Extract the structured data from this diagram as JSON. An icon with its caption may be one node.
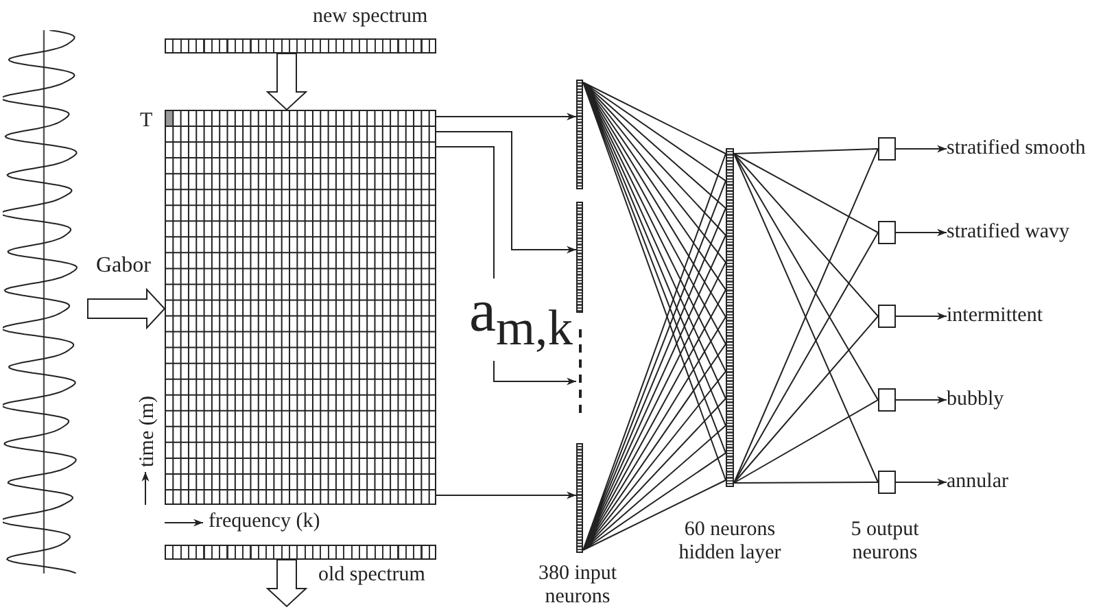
{
  "diagram": {
    "nodes": [
      {
        "text": [],
        "shape": "picture"
      },
      {
        "text": [],
        "shape": "bar",
        "beside": [
          "new spectrum"
        ]
      },
      {
        "text": [],
        "shape": "box"
      },
      {
        "text": [],
        "shape": "bar",
        "beside": [
          "old spectrum"
        ]
      },
      {
        "text": [],
        "shape": "bar"
      },
      {
        "text": [],
        "shape": "bar"
      },
      {
        "text": [],
        "shape": "bar"
      },
      {
        "text": [],
        "shape": "bar",
        "beside": [
          "380 input neurons"
        ]
      },
      {
        "text": [],
        "shape": "bar",
        "beside": [
          "60 neurons hidden layer"
        ]
      },
      {
        "text": [],
        "shape": "box"
      },
      {
        "text": [],
        "shape": "box"
      },
      {
        "text": [],
        "shape": "box"
      },
      {
        "text": [],
        "shape": "box"
      },
      {
        "text": [],
        "shape": "box"
      },
      {
        "text": [
          "stratified smooth"
        ]
      },
      {
        "text": [
          "stratified wavy"
        ]
      },
      {
        "text": [
          "intermittent"
        ]
      },
      {
        "text": [
          "bubbly"
        ]
      },
      {
        "text": [
          "annular"
        ]
      }
    ],
    "edges": [
      {
        "from": 0,
        "to": 2,
        "arrow": "to",
        "label": "Gabor"
      },
      {
        "from": 1,
        "to": 2,
        "arrow": "to"
      },
      {
        "from": 3,
        "to": null,
        "arrow": "to"
      },
      {
        "from": 2,
        "to": 4,
        "arrow": "to"
      },
      {
        "from": 2,
        "to": 5,
        "arrow": "to"
      },
      {
        "from": 2,
        "to": 6,
        "arrow": "to",
        "label": "a$_{m,k}$"
      },
      {
        "from": 2,
        "to": 7,
        "arrow": "to"
      },
      {
        "from": 4,
        "to": 8,
        "arrow": "none"
      },
      {
        "from": 7,
        "to": 8,
        "arrow": "none"
      },
      {
        "from": 8,
        "to": 9,
        "arrow": "none"
      },
      {
        "from": 8,
        "to": 10,
        "arrow": "none"
      },
      {
        "from": 8,
        "to": 11,
        "arrow": "none"
      },
      {
        "from": 8,
        "to": 12,
        "arrow": "none"
      },
      {
        "from": 8,
        "to": 13,
        "arrow": "none"
      },
      {
        "from": 9,
        "to": 14,
        "arrow": "to"
      },
      {
        "from": 10,
        "to": 15,
        "arrow": "to"
      },
      {
        "from": 11,
        "to": 16,
        "arrow": "to"
      },
      {
        "from": 12,
        "to": 17,
        "arrow": "to"
      },
      {
        "from": 13,
        "to": 18,
        "arrow": "to"
      }
    ],
    "labels": [
      "T",
      "time (m)",
      "frequency (k)",
      "5 output neurons"
    ]
  }
}
